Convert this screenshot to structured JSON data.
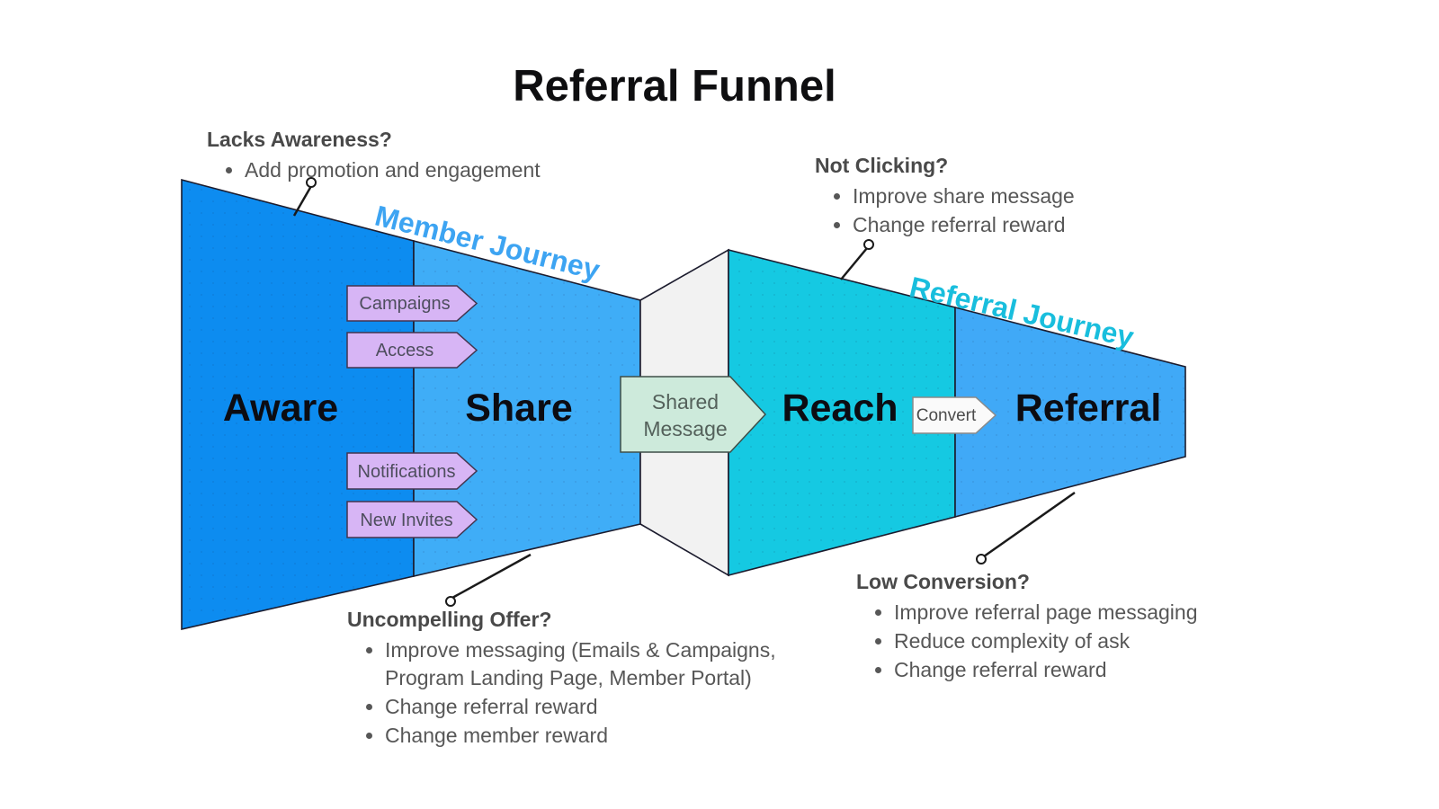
{
  "title": "Referral Funnel",
  "stages": {
    "aware": "Aware",
    "share": "Share",
    "reach": "Reach",
    "referral": "Referral"
  },
  "journeys": {
    "member": "Member Journey",
    "referral": "Referral Journey"
  },
  "share_tactics": [
    "Campaigns",
    "Access",
    "Notifications",
    "New Invites"
  ],
  "flow_arrows": {
    "shared_message_line1": "Shared",
    "shared_message_line2": "Message",
    "convert": "Convert"
  },
  "annotations": {
    "lacks_awareness": {
      "heading": "Lacks Awareness?",
      "bullets": [
        "Add promotion and engagement"
      ]
    },
    "not_clicking": {
      "heading": "Not Clicking?",
      "bullets": [
        "Improve share message",
        "Change referral reward"
      ]
    },
    "uncompelling_offer": {
      "heading": "Uncompelling Offer?",
      "bullets": [
        "Improve messaging (Emails & Campaigns, Program Landing Page, Member Portal)",
        "Change referral reward",
        "Change member reward"
      ]
    },
    "low_conversion": {
      "heading": "Low Conversion?",
      "bullets": [
        "Improve referral page messaging",
        "Reduce complexity of ask",
        "Change referral reward"
      ]
    }
  },
  "colors": {
    "aware_fill": "#0d8cf0",
    "share_fill": "#3fadf7",
    "reach_fill": "#15c9e2",
    "referral_fill": "#40a9f7",
    "neck_fill": "#f2f2f2",
    "tactic_fill": "#d7b5f5",
    "shared_message_fill": "#cdeadb",
    "convert_fill": "#fafafa",
    "member_journey_text": "#3da4f2",
    "referral_journey_text": "#19bedd"
  }
}
